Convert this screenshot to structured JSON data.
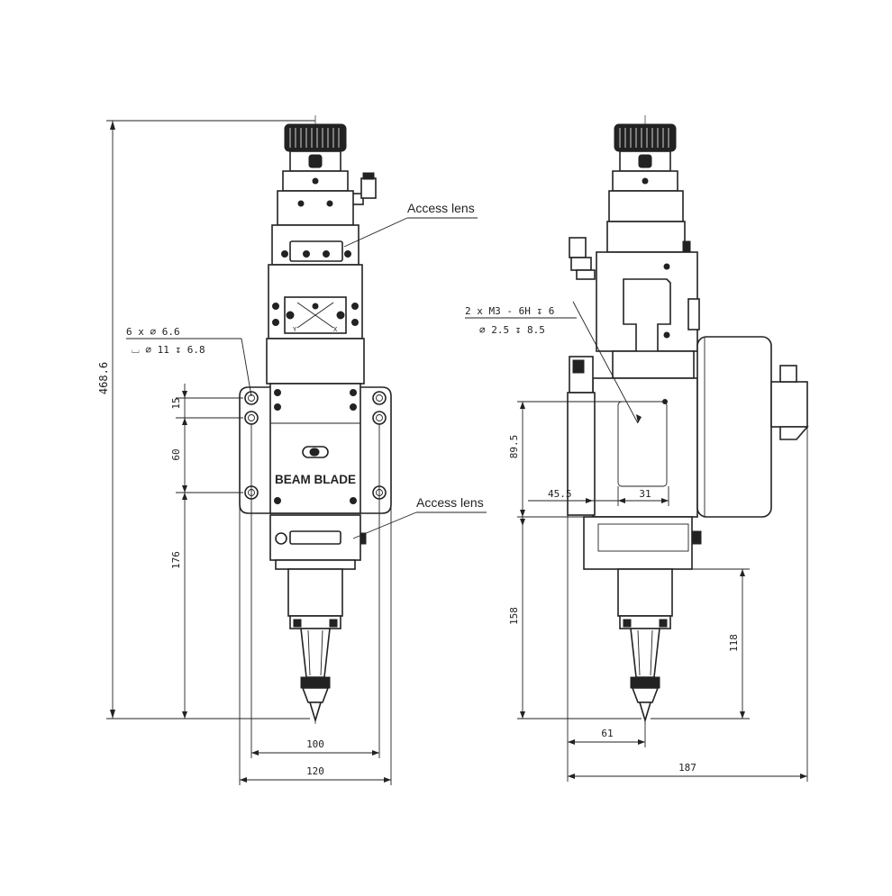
{
  "front_view": {
    "dim_height": "468.6",
    "dim_15": "15",
    "dim_60": "60",
    "dim_176": "176",
    "dim_100": "100",
    "dim_120": "120",
    "hole_spec_line1": "6 x ∅ 6.6",
    "hole_spec_line2": "⌴ ∅ 11 ↧ 6.8",
    "access_lens_top": "Access lens",
    "access_lens_bottom": "Access lens",
    "brand_label": "BEAM BLADE"
  },
  "side_view": {
    "thread_spec_line1": "2 x  M3 - 6H ↧ 6",
    "thread_spec_line2": "∅ 2.5 ↧ 8.5",
    "dim_89_5": "89.5",
    "dim_45_5": "45.5",
    "dim_31": "31",
    "dim_158": "158",
    "dim_118": "118",
    "dim_61": "61",
    "dim_187": "187"
  },
  "colors": {
    "line": "#222222",
    "background": "#ffffff"
  }
}
